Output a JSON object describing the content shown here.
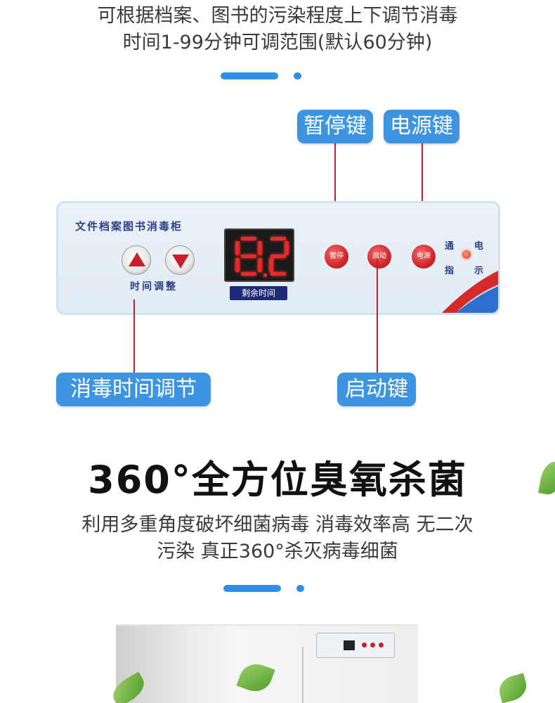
{
  "intro": {
    "line1": "可根据档案、图书的污染程度上下调节消毒",
    "line2": "时间1-99分钟可调范围(默认60分钟)"
  },
  "callouts": {
    "pause": "暂停键",
    "power": "电源键",
    "time_adjust": "消毒时间调节",
    "start": "启动键"
  },
  "panel": {
    "title": "文件档案图书消毒柜",
    "adjust_label": "时间调整",
    "display_caption": "剩余时间",
    "pause_btn": "暂停",
    "start_btn": "启动",
    "power_btn": "电源",
    "indicator": {
      "c1": "通",
      "c2": "电",
      "c3": "指",
      "c4": "示"
    }
  },
  "headline": "360°全方位臭氧杀菌",
  "description": {
    "line1": "利用多重角度破坏细菌病毒 消毒效率高 无二次",
    "line2": "污染 真正360°杀灭病毒细菌"
  },
  "colors": {
    "accent_blue": "#3d94e0",
    "line_red": "#b3262c",
    "button_red": "#d3262c",
    "panel_text": "#2c3e8a"
  }
}
